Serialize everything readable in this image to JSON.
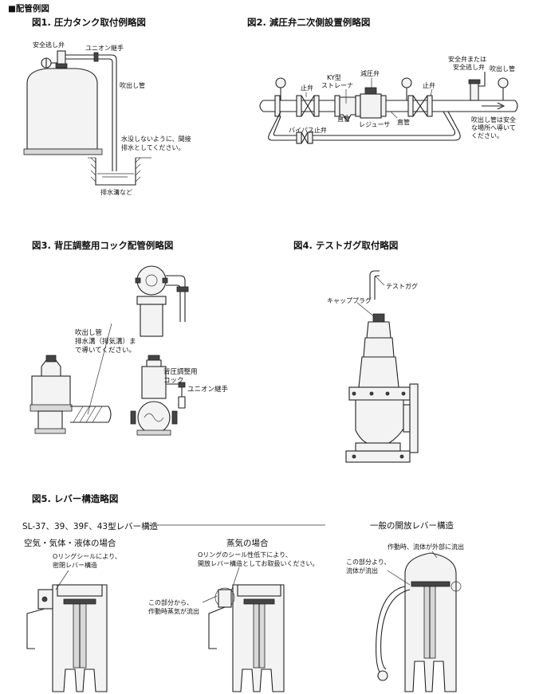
{
  "page_heading": "■配管例図",
  "fig1": {
    "title": "図1. 圧力タンク取付例略図",
    "labels": {
      "safety_valve": "安全逃し弁",
      "union": "ユニオン継手",
      "discharge_pipe": "吹出し管",
      "note_line1": "水没しないように、間接",
      "note_line2": "排水としてください。",
      "drain": "排水溝など"
    }
  },
  "fig2": {
    "title": "図2. 減圧弁二次側設置例略図",
    "labels": {
      "stop_valve_left": "止弁",
      "ky_strainer_line1": "KY型",
      "ky_strainer_line2": "ストレーナ",
      "reducing_valve": "減圧弁",
      "stop_valve_right": "止弁",
      "safety_line1": "安全弁または",
      "safety_line2": "安全逃し弁",
      "discharge_pipe": "吹出し管",
      "straight_pipe_left": "直管",
      "regulator": "レジューサ",
      "straight_pipe_right": "直管",
      "note_line1": "吹出し管は安全",
      "note_line2": "な場所へ導いて",
      "note_line3": "ください。",
      "bypass": "バイパス止弁"
    }
  },
  "fig3": {
    "title": "図3. 背圧調整用コック配管例略図",
    "labels": {
      "note_line1": "吹出し管",
      "note_line2": "排水溝（排気溝）ま",
      "note_line3": "で導いてください。",
      "cock_line1": "背圧調整用",
      "cock_line2": "コック",
      "union": "ユニオン継手"
    }
  },
  "fig4": {
    "title": "図4. テストガグ取付略図",
    "labels": {
      "test_gag": "テストガグ",
      "cap_plug": "キャッププラグ"
    }
  },
  "fig5": {
    "title": "図5. レバー構造略図",
    "model_line": "SL-37、39、39F、43型レバー構造",
    "general": "一般の開放レバー構造",
    "air_case": "空気・気体・液体の場合",
    "steam_case": "蒸気の場合",
    "labels": {
      "oring_seal_line1": "Oリングシールにより、",
      "oring_seal_line2": "密閉レバー構造",
      "steam_note_line1": "Oリングのシール性低下により、",
      "steam_note_line2": "開放レバー構造としてお取扱いください。",
      "steam_flow_line1": "この部分から、",
      "steam_flow_line2": "作動時蒸気が流出",
      "general_top": "作動時、流体が外部に流出",
      "general_flow_line1": "この部分より、",
      "general_flow_line2": "流体が流出"
    }
  }
}
